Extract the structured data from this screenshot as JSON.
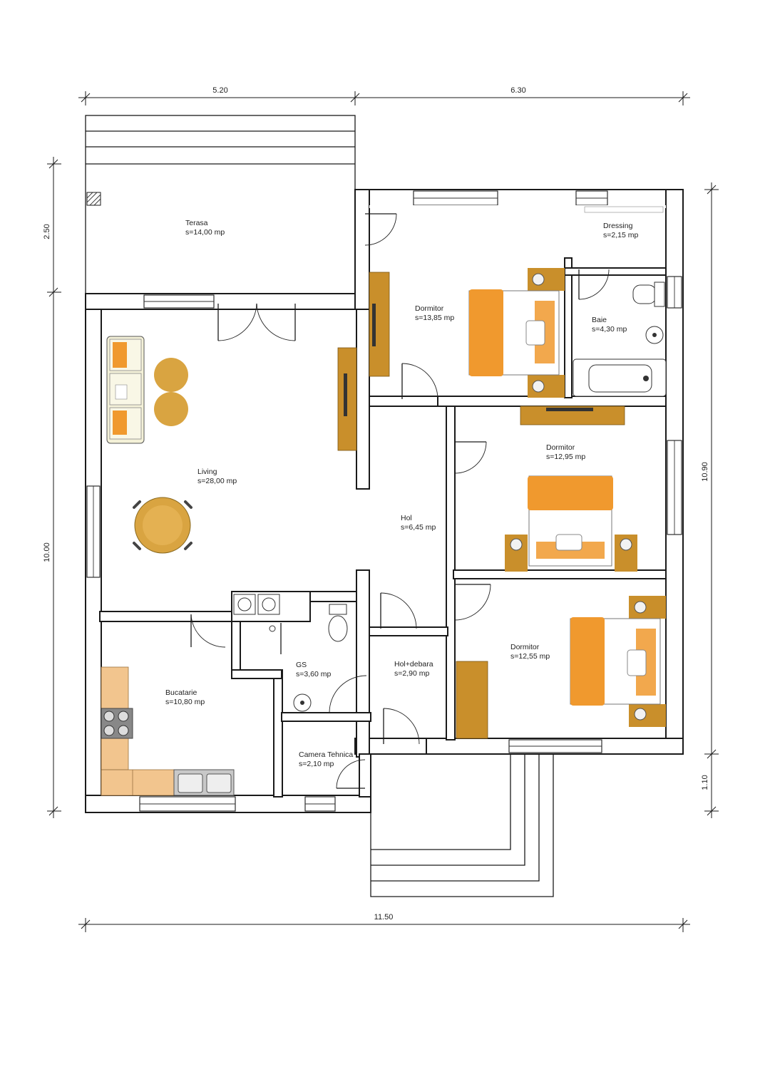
{
  "colors": {
    "wall": "#1a1a1a",
    "bed_orange": "#f0992e",
    "bed_light": "#f6c78a",
    "wood": "#c98f2b",
    "kitchen_counter": "#f2c58e",
    "sofa": "#f4f1d8",
    "table": "#d9a441"
  },
  "dimensions": {
    "top_left": "5.20",
    "top_right": "6.30",
    "left_top": "2.50",
    "left_bottom": "10.00",
    "right_top": "10.90",
    "right_bottom": "1.10",
    "bottom": "11.50"
  },
  "rooms": {
    "terasa": {
      "name": "Terasa",
      "area": "s=14,00 mp"
    },
    "living": {
      "name": "Living",
      "area": "s=28,00 mp"
    },
    "dormitor1": {
      "name": "Dormitor",
      "area": "s=13,85 mp"
    },
    "dressing": {
      "name": "Dressing",
      "area": "s=2,15 mp"
    },
    "baie": {
      "name": "Baie",
      "area": "s=4,30 mp"
    },
    "dormitor2": {
      "name": "Dormitor",
      "area": "s=12,95 mp"
    },
    "hol": {
      "name": "Hol",
      "area": "s=6,45 mp"
    },
    "dormitor3": {
      "name": "Dormitor",
      "area": "s=12,55 mp"
    },
    "bucatarie": {
      "name": "Bucatarie",
      "area": "s=10,80 mp"
    },
    "gs": {
      "name": "GS",
      "area": "s=3,60 mp"
    },
    "holdebara": {
      "name": "Hol+debara",
      "area": "s=2,90 mp"
    },
    "tehnica": {
      "name": "Camera Tehnica",
      "area": "s=2,10 mp"
    }
  }
}
